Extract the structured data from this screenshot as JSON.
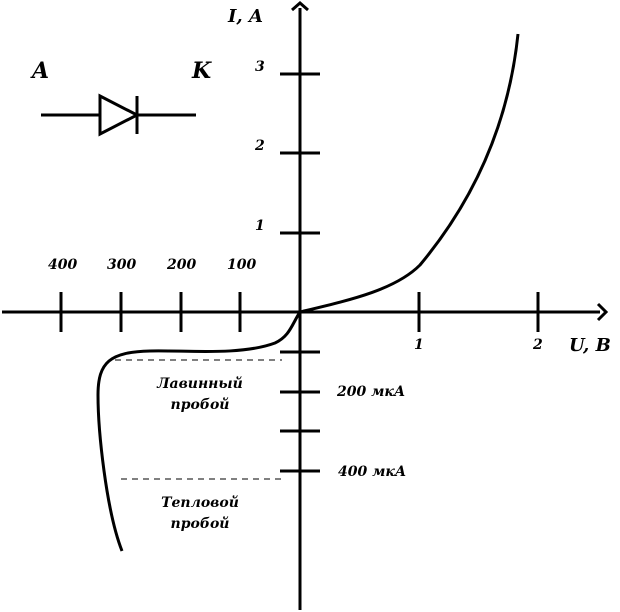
{
  "axes": {
    "y_label": "I, A",
    "x_label": "U, B"
  },
  "y_ticks_positive": [
    "1",
    "2",
    "3"
  ],
  "x_ticks_positive": [
    "1",
    "2"
  ],
  "x_ticks_negative": [
    "100",
    "200",
    "300",
    "400"
  ],
  "y_ticks_negative": [
    "200 мкА",
    "400 мкА"
  ],
  "diode": {
    "anode": "A",
    "cathode": "K"
  },
  "regions": {
    "avalanche": [
      "Лавинный",
      "пробой"
    ],
    "thermal": [
      "Тепловой",
      "пробой"
    ]
  },
  "colors": {
    "ink": "#000000",
    "background": "#ffffff"
  }
}
